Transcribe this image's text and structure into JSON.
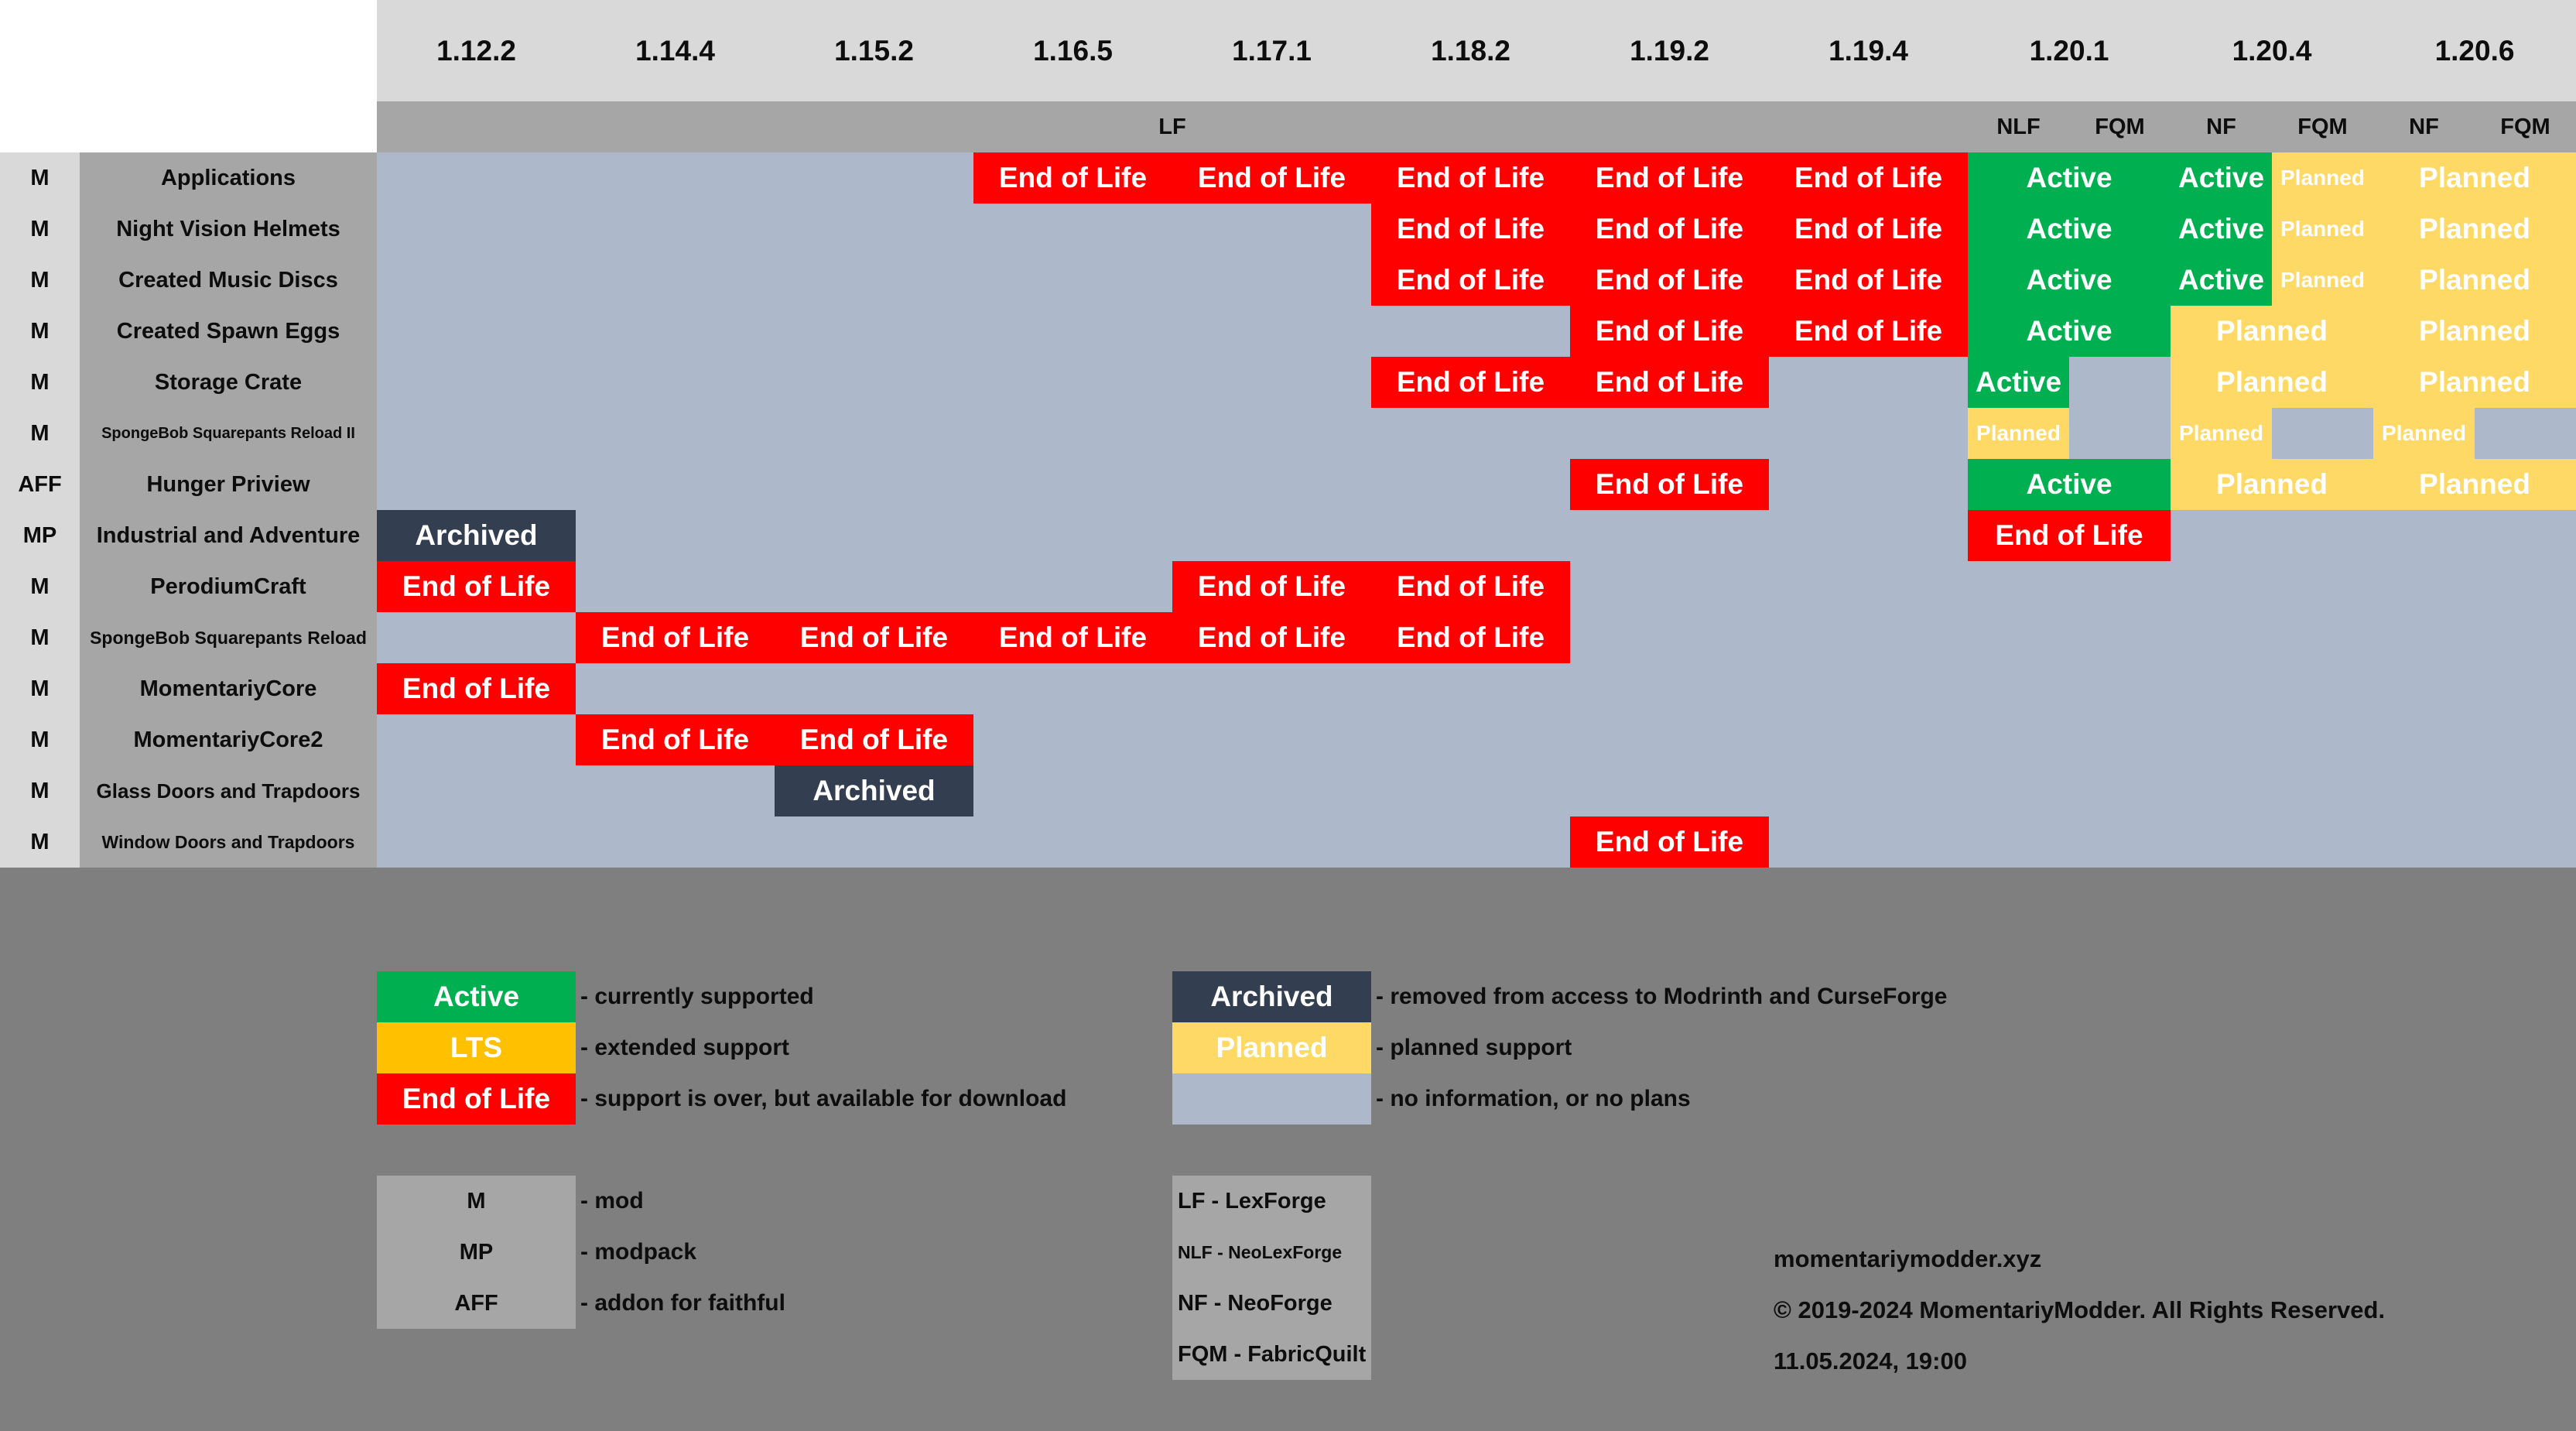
{
  "header": {
    "versions": [
      "1.12.2",
      "1.14.4",
      "1.15.2",
      "1.16.5",
      "1.17.1",
      "1.18.2",
      "1.19.2",
      "1.19.4",
      "1.20.1",
      "1.20.4",
      "1.20.6"
    ],
    "loader_lf": "LF",
    "loaders": [
      "NLF",
      "FQM",
      "NF",
      "FQM",
      "NF",
      "FQM"
    ]
  },
  "statuses": {
    "eol": "End of Life",
    "active": "Active",
    "planned": "Planned",
    "archived": "Archived",
    "lts": "LTS"
  },
  "rows": [
    {
      "type": "M",
      "name": "Applications"
    },
    {
      "type": "M",
      "name": "Night Vision Helmets"
    },
    {
      "type": "M",
      "name": "Created Music Discs"
    },
    {
      "type": "M",
      "name": "Created Spawn Eggs"
    },
    {
      "type": "M",
      "name": "Storage Crate"
    },
    {
      "type": "M",
      "name": "SpongeBob Squarepants Reload II"
    },
    {
      "type": "AFF",
      "name": "Hunger Priview"
    },
    {
      "type": "MP",
      "name": "Industrial and Adventure"
    },
    {
      "type": "M",
      "name": "PerodiumCraft"
    },
    {
      "type": "M",
      "name": "SpongeBob Squarepants Reload"
    },
    {
      "type": "M",
      "name": "MomentariyCore"
    },
    {
      "type": "M",
      "name": "MomentariyCore2"
    },
    {
      "type": "M",
      "name": "Glass Doors and Trapdoors"
    },
    {
      "type": "M",
      "name": "Window Doors and Trapdoors"
    }
  ],
  "legend": {
    "status": [
      {
        "label": "Active",
        "desc": "- currently supported"
      },
      {
        "label": "LTS",
        "desc": "- extended support"
      },
      {
        "label": "End of Life",
        "desc": "- support is over, but available for download"
      },
      {
        "label": "Archived",
        "desc": "- removed from access to Modrinth and CurseForge"
      },
      {
        "label": "Planned",
        "desc": "- planned support"
      },
      {
        "label": "",
        "desc": "- no information, or no plans"
      }
    ],
    "types": [
      {
        "label": "M",
        "desc": "- mod"
      },
      {
        "label": "MP",
        "desc": "- modpack"
      },
      {
        "label": "AFF",
        "desc": "- addon for faithful"
      }
    ],
    "loaders": [
      "LF - LexForge",
      "NLF - NeoLexForge",
      "NF - NeoForge",
      "FQM - FabricQuilt"
    ]
  },
  "footer": {
    "site": "momentariymodder.xyz",
    "copyright": "© 2019-2024 MomentariyModder. All Rights Reserved.",
    "date": "11.05.2024, 19:00"
  },
  "colors": {
    "eol": "#ff0000",
    "active": "#00b050",
    "planned": "#ffd966",
    "archived": "#333f50",
    "lts": "#ffc000",
    "no_info": "#adb9ca",
    "header_grey": "#a6a6a6",
    "version_bar": "#d9d9d9",
    "page_bg": "#7f7f7f"
  }
}
